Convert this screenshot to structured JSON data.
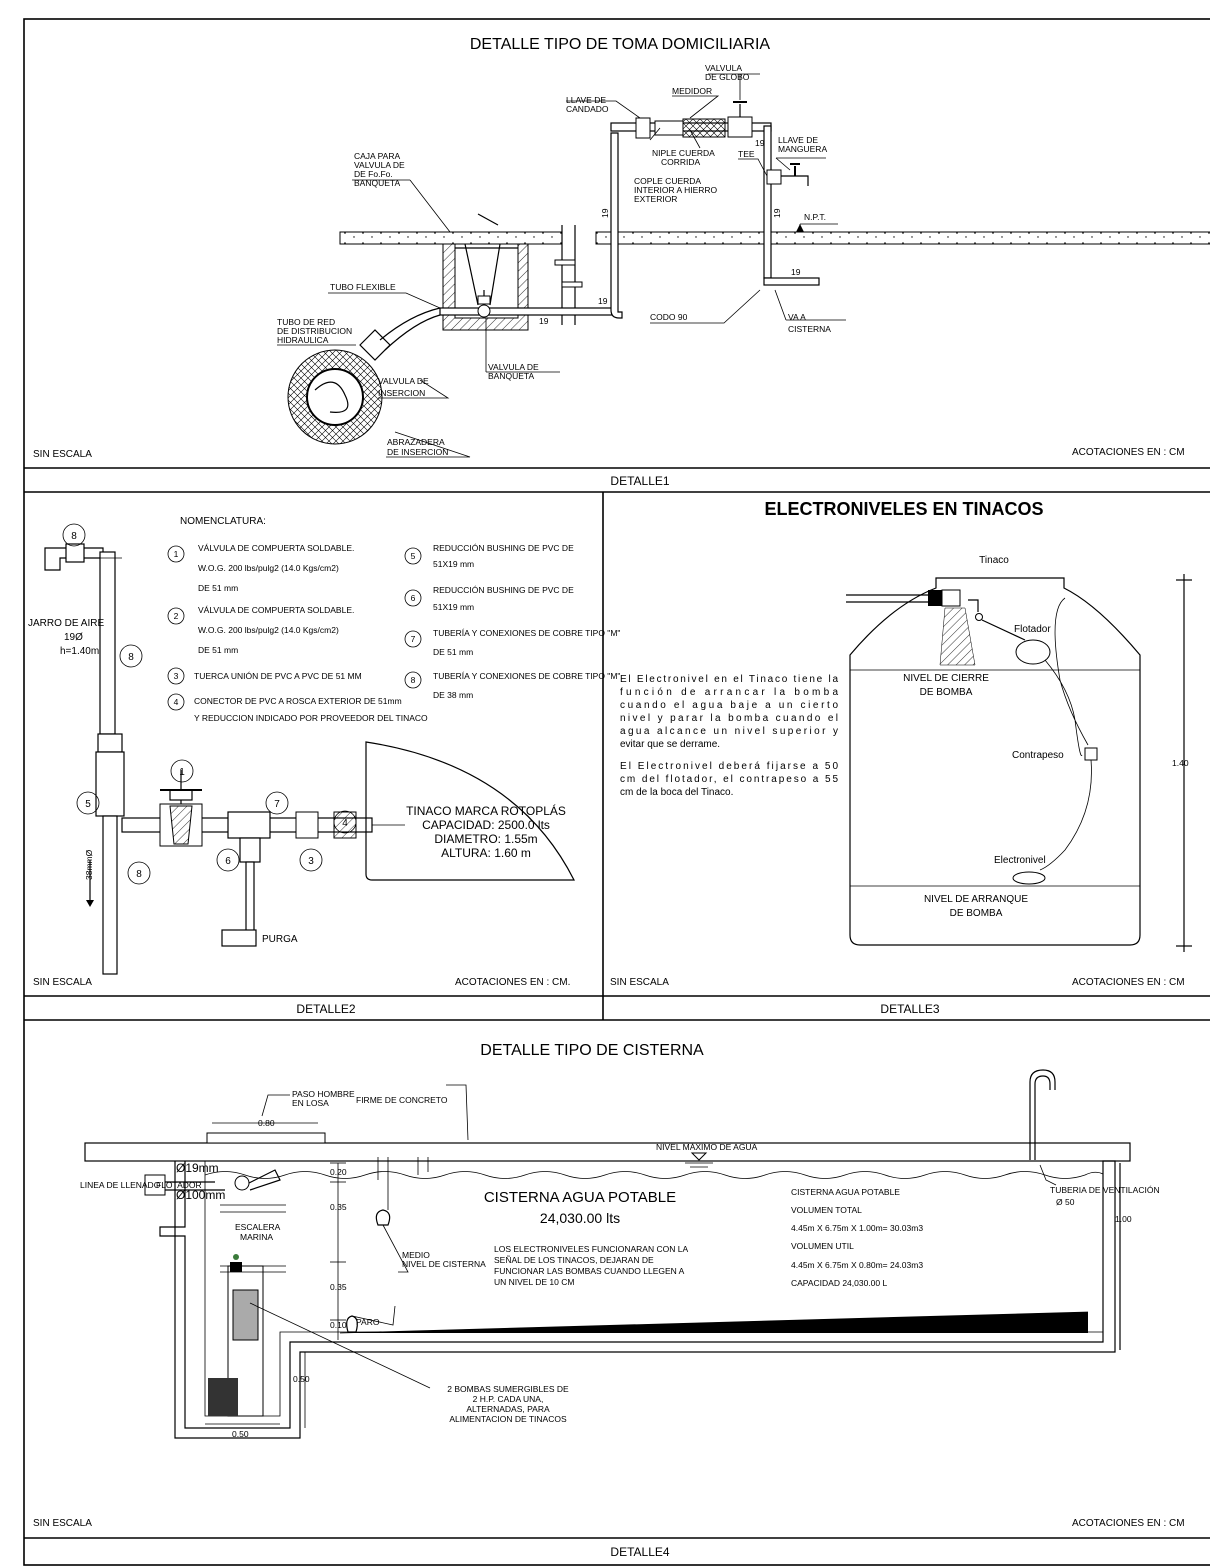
{
  "d1": {
    "title": "DETALLE TIPO DE TOMA DOMICILIARIA",
    "footer": "DETALLE1",
    "scale": "SIN ESCALA",
    "units": "ACOTACIONES EN : CM",
    "labels": {
      "valvula_globo_1": "VALVULA",
      "valvula_globo_2": "DE GLOBO",
      "medidor": "MEDIDOR",
      "llave_candado_1": "LLAVE DE",
      "llave_candado_2": "CANDADO",
      "niple_1": "NIPLE CUERDA",
      "niple_2": "CORRIDA",
      "cople_1": "COPLE CUERDA",
      "cople_2": "INTERIOR A HIERRO",
      "cople_3": "EXTERIOR",
      "llave_manguera_1": "LLAVE DE",
      "llave_manguera_2": "MANGUERA",
      "tee": "TEE",
      "caja_1": "CAJA PARA",
      "caja_2": "VALVULA DE",
      "caja_3": "DE Fo.Fo.",
      "caja_4": "BANQUETA",
      "npt": "N.P.T.",
      "tubo_flexible": "TUBO FLEXIBLE",
      "tubo_red_1": "TUBO DE RED",
      "tubo_red_2": "DE DISTRIBUCION",
      "tubo_red_3": "HIDRAULICA",
      "codo": "CODO 90",
      "va_1": "VA A",
      "va_2": "CISTERNA",
      "valvula_banqueta_1": "VALVULA DE",
      "valvula_banqueta_2": "BANQUETA",
      "valvula_insercion_1": "VALVULA DE",
      "valvula_insercion_2": "INSERCION",
      "abrazadera_1": "ABRAZADERA",
      "abrazadera_2": "DE INSERCION",
      "dim19": "19"
    }
  },
  "d2": {
    "footer": "DETALLE2",
    "scale": "SIN ESCALA",
    "units": "ACOTACIONES EN : CM.",
    "nomenclatura": "NOMENCLATURA:",
    "items": [
      {
        "n": "1",
        "lines": [
          "VÁLVULA DE COMPUERTA SOLDABLE.",
          "W.O.G. 200 lbs/pulg2 (14.0 Kgs/cm2)",
          "DE 51 mm"
        ]
      },
      {
        "n": "2",
        "lines": [
          "VÁLVULA DE COMPUERTA SOLDABLE.",
          "W.O.G. 200 lbs/pulg2 (14.0 Kgs/cm2)",
          "DE 51 mm"
        ]
      },
      {
        "n": "3",
        "lines": [
          "TUERCA UNIÓN DE PVC A PVC DE 51 MM"
        ]
      },
      {
        "n": "4",
        "lines": [
          "CONECTOR DE PVC A ROSCA EXTERIOR DE 51mm",
          "Y REDUCCION INDICADO POR PROVEEDOR DEL TINACO"
        ]
      },
      {
        "n": "5",
        "lines": [
          "REDUCCIÓN BUSHING DE PVC DE",
          "51X19 mm"
        ]
      },
      {
        "n": "6",
        "lines": [
          "REDUCCIÓN BUSHING DE PVC DE",
          "51X19 mm"
        ]
      },
      {
        "n": "7",
        "lines": [
          "TUBERÍA Y CONEXIONES DE COBRE TIPO \"M\"",
          "DE 51 mm"
        ]
      },
      {
        "n": "8",
        "lines": [
          "TUBERÍA Y CONEXIONES DE COBRE TIPO \"M\"",
          "DE 38 mm"
        ]
      }
    ],
    "jarro_1": "JARRO DE AIRE",
    "jarro_2": "19Ø",
    "jarro_3": "h=1.40m",
    "dim38": "38mmØ",
    "purga": "PURGA",
    "tinaco_1": "TINACO MARCA ROTOPLÁS",
    "tinaco_2": "CAPACIDAD: 2500.0 lts",
    "tinaco_3": "DIAMETRO: 1.55m",
    "tinaco_4": "ALTURA: 1.60 m"
  },
  "d3": {
    "title": "ELECTRONIVELES EN TINACOS",
    "footer": "DETALLE3",
    "scale": "SIN ESCALA",
    "units": "ACOTACIONES EN : CM",
    "tinaco": "Tinaco",
    "flotador": "Flotador",
    "cierre_1": "NIVEL DE CIERRE",
    "cierre_2": "DE BOMBA",
    "contrapeso": "Contrapeso",
    "electronivel": "Electronivel",
    "arranque_1": "NIVEL DE ARRANQUE",
    "arranque_2": "DE BOMBA",
    "dim": "1.40",
    "p1": [
      "El Electronivel en el Tinaco tiene la",
      "función de arrancar la bomba",
      "cuando el agua baje a un cierto",
      "nivel y parar la bomba cuando el",
      "agua alcance un nivel superior y",
      "evitar que se derrame."
    ],
    "p2": [
      "El Electronivel deberá fijarse a 50",
      "cm del flotador, el contrapeso a 55",
      "cm de la boca del Tinaco."
    ]
  },
  "d4": {
    "title": "DETALLE TIPO DE CISTERNA",
    "footer": "DETALLE4",
    "scale": "SIN ESCALA",
    "units": "ACOTACIONES EN : CM",
    "paso_1": "PASO HOMBRE",
    "paso_2": "EN LOSA",
    "firme": "FIRME DE CONCRETO",
    "d080": "0.80",
    "nivel_max": "NIVEL MÁXIMO DE AGUA",
    "d19": "Ø19mm",
    "d100": "Ø100mm",
    "flotador": "FLOTADOR",
    "linea": "LINEA DE LLENADO",
    "escalera_1": "ESCALERA",
    "escalera_2": "MARINA",
    "medio_1": "MEDIO",
    "medio_2": "NIVEL DE CISTERNA",
    "paro": "PARO",
    "d020": "0.20",
    "d035a": "0.35",
    "d035b": "0.35",
    "d010": "0.10",
    "d050a": "0.50",
    "d050b": "0.50",
    "d100m": "1.00",
    "cisterna_1": "CISTERNA AGUA POTABLE",
    "cisterna_2": "24,030.00 lts",
    "func_1": "LOS ELECTRONIVELES FUNCIONARAN CON LA",
    "func_2": "SEÑAL DE LOS TINACOS, DEJARAN DE",
    "func_3": "FUNCIONAR LAS BOMBAS CUANDO LLEGEN A",
    "func_4": "UN NIVEL DE 10 CM",
    "info": [
      "CISTERNA AGUA POTABLE",
      "VOLUMEN TOTAL",
      "4.45m  X  6.75m  X  1.00m=  30.03m3",
      "VOLUMEN UTIL",
      "4.45m  X  6.75m  X  0.80m=  24.03m3",
      "CAPACIDAD  24,030.00  L"
    ],
    "vent_1": "TUBERIA DE VENTILACIÓN",
    "vent_2": "Ø 50",
    "bombas_1": "2 BOMBAS SUMERGIBLES DE",
    "bombas_2": "2 H.P. CADA UNA,",
    "bombas_3": "ALTERNADAS, PARA",
    "bombas_4": "ALIMENTACION DE TINACOS"
  }
}
